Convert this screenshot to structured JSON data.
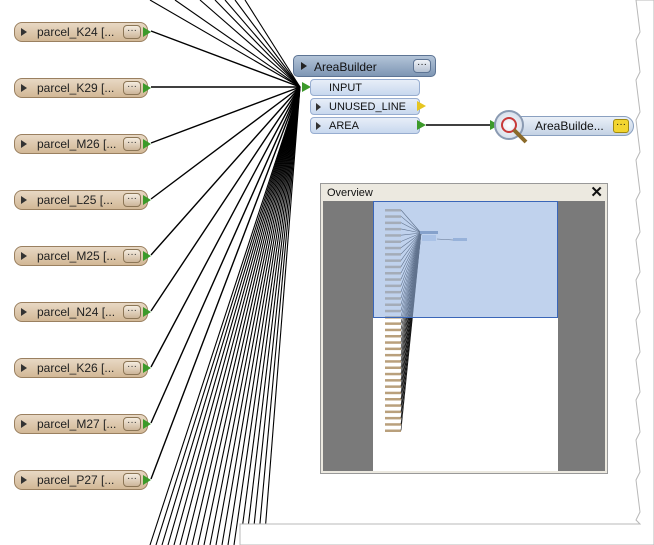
{
  "readers": [
    {
      "label": "parcel_K24 [...",
      "dots": "···"
    },
    {
      "label": "parcel_K29 [...",
      "dots": "···"
    },
    {
      "label": "parcel_M26 [...",
      "dots": "···"
    },
    {
      "label": "parcel_L25 [...",
      "dots": "···"
    },
    {
      "label": "parcel_M25 [...",
      "dots": "···"
    },
    {
      "label": "parcel_N24 [...",
      "dots": "···"
    },
    {
      "label": "parcel_K26 [...",
      "dots": "···"
    },
    {
      "label": "parcel_M27 [...",
      "dots": "···"
    },
    {
      "label": "parcel_P27 [...",
      "dots": "···"
    }
  ],
  "areabuilder": {
    "title": "AreaBuilder",
    "dots": "···",
    "input_port": "INPUT",
    "output_ports": [
      "UNUSED_LINE",
      "AREA"
    ]
  },
  "inspector": {
    "label": "AreaBuilde...",
    "dots": "···"
  },
  "overview": {
    "title": "Overview",
    "close": "✕"
  },
  "colors": {
    "reader_fill": "#d2b896",
    "transformer_fill": "#7e96b4",
    "port_green": "#3c9a2a",
    "port_yellow": "#e6c520",
    "overview_viewport": "#96b4e1"
  }
}
